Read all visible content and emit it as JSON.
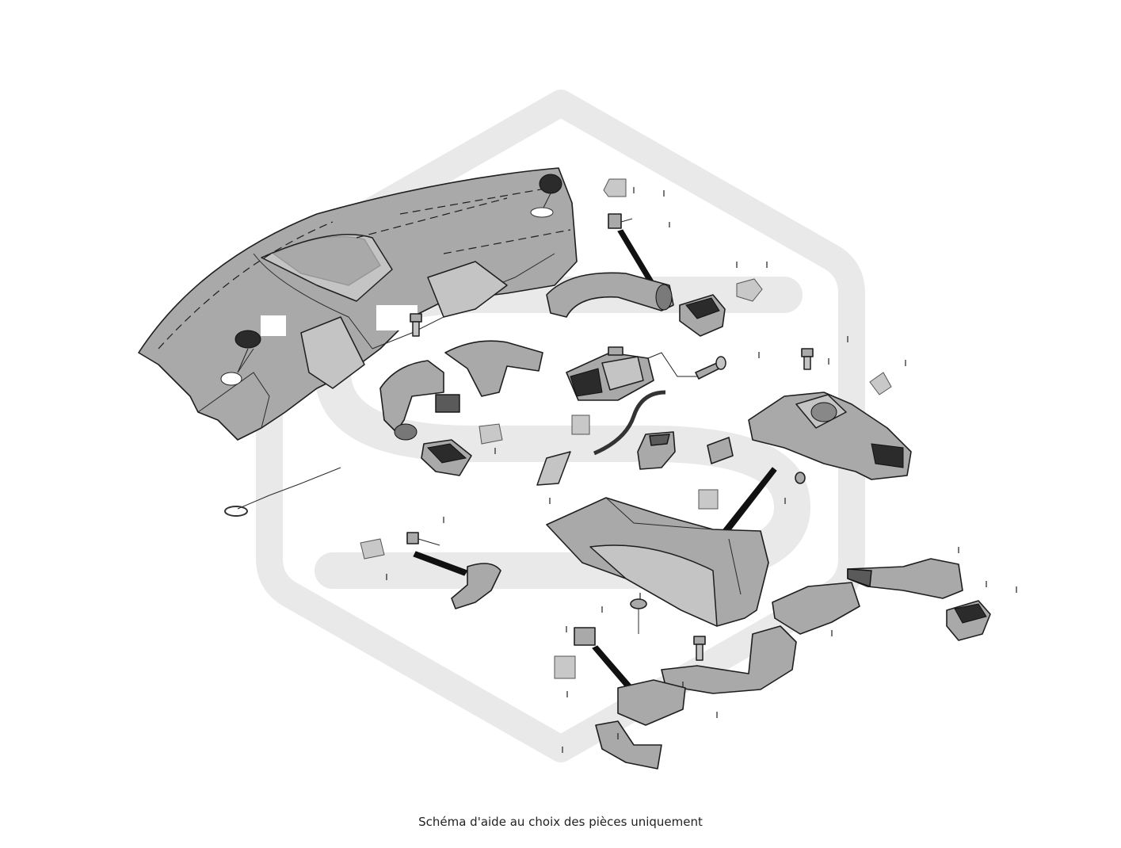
{
  "caption": "Schéma d'aide au choix des pièces uniquement",
  "colors": {
    "part_fill": "#a9a9a9",
    "part_light": "#c4c4c4",
    "outline": "#1e1e1e",
    "watermark": "#e9e9e9"
  },
  "icons": {
    "watermark": "hexagon-logo-watermark",
    "label_tag": "part-label-tag"
  }
}
